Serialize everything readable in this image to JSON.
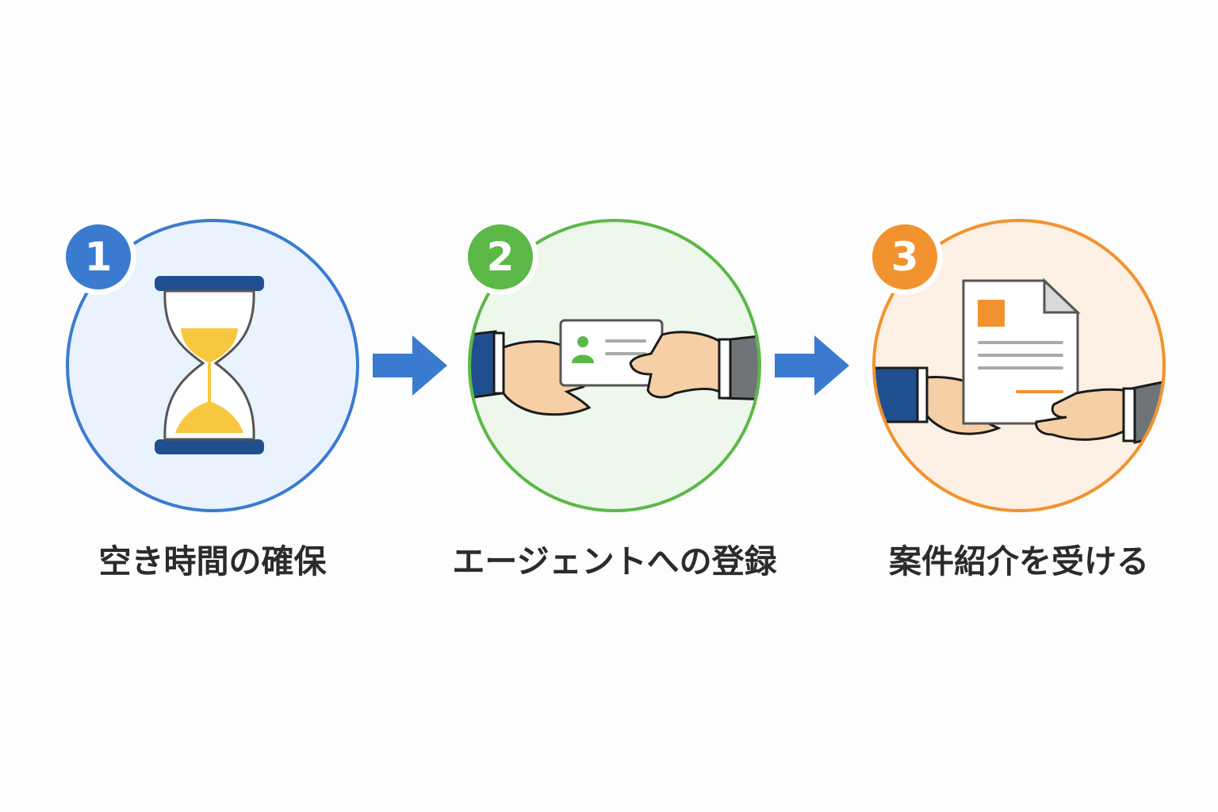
{
  "colors": {
    "step1_accent": "#3a7bd0",
    "step1_fill": "#e9f2fd",
    "step2_accent": "#5cb847",
    "step2_fill": "#eef7ec",
    "step3_accent": "#f2922f",
    "step3_fill": "#fdf0e4",
    "arrow": "#3a7bd0",
    "hourglass_frame": "#1f4f8f",
    "sand": "#f7c740",
    "label_text": "#2b2b2b"
  },
  "steps": [
    {
      "number": "1",
      "label": "空き時間の確保",
      "icon": "hourglass-icon"
    },
    {
      "number": "2",
      "label": "エージェントへの登録",
      "icon": "profile-card-handover-icon"
    },
    {
      "number": "3",
      "label": "案件紹介を受ける",
      "icon": "document-handover-icon"
    }
  ]
}
